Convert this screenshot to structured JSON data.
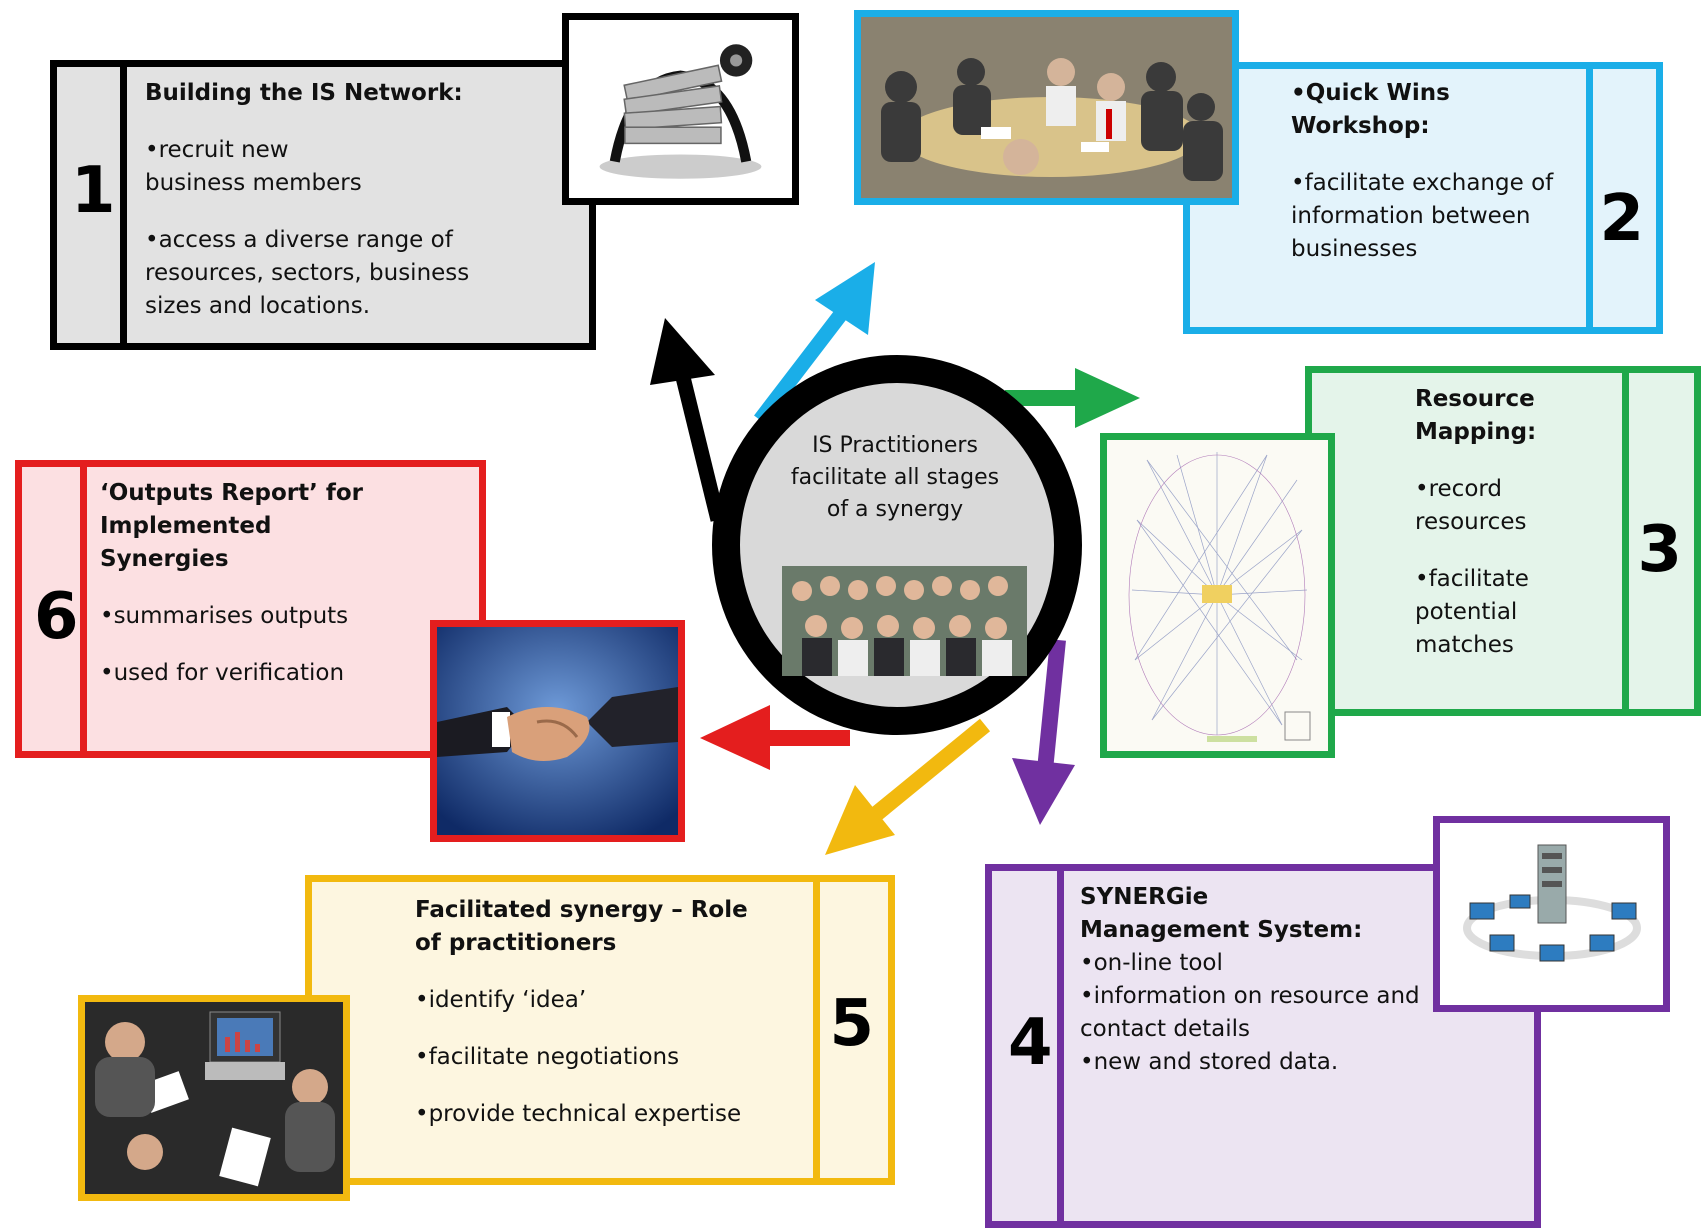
{
  "center": {
    "label": "IS Practitioners facilitate all stages of a synergy"
  },
  "box1": {
    "number": "1",
    "title": "Building the IS Network:",
    "bullets": [
      "•recruit new business members",
      "•access a diverse range of resources, sectors, business sizes and locations."
    ],
    "color": "#000000"
  },
  "box2": {
    "number": "2",
    "title": "•Quick Wins Workshop:",
    "bullets": [
      "•facilitate exchange of information between businesses"
    ],
    "color": "#1aaee8"
  },
  "box3": {
    "number": "3",
    "title": "Resource Mapping:",
    "bullets": [
      "•record resources",
      "•facilitate potential matches"
    ],
    "color": "#1fa84a"
  },
  "box4": {
    "number": "4",
    "title_line1": "SYNERGie",
    "title_line2": "Management System:",
    "bullets": [
      "•on-line tool",
      "•information on resource and contact details",
      "•new and stored data."
    ],
    "color": "#7030a0"
  },
  "box5": {
    "number": "5",
    "title": "Facilitated synergy – Role of practitioners",
    "bullets": [
      "•identify ‘idea’",
      "•facilitate negotiations",
      "•provide technical expertise"
    ],
    "color": "#f2b90f"
  },
  "box6": {
    "number": "6",
    "title": "‘Outputs Report’ for Implemented Synergies",
    "bullets": [
      "•summarises outputs",
      "•used for verification"
    ],
    "color": "#e41e1e"
  }
}
